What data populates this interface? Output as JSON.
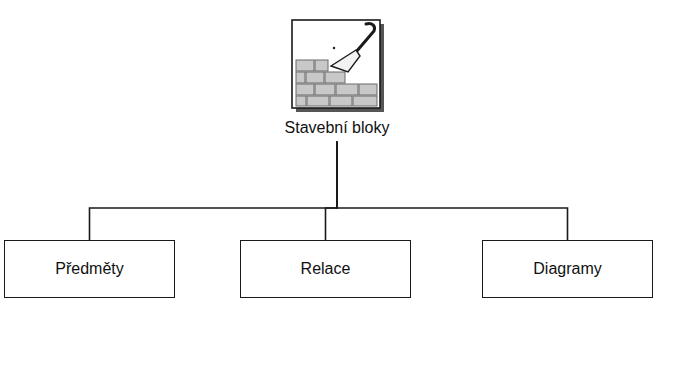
{
  "diagram": {
    "nodes": [
      {
        "text": [
          "Stavební bloky"
        ]
      },
      {
        "text": [
          "Předměty"
        ]
      },
      {
        "text": [
          "Relace"
        ]
      },
      {
        "text": [
          "Diagramy"
        ]
      }
    ],
    "edges": [
      {
        "from": 0,
        "to": 1,
        "arrow": "none"
      },
      {
        "from": 0,
        "to": 2,
        "arrow": "none"
      },
      {
        "from": 0,
        "to": 3,
        "arrow": "none"
      }
    ]
  }
}
